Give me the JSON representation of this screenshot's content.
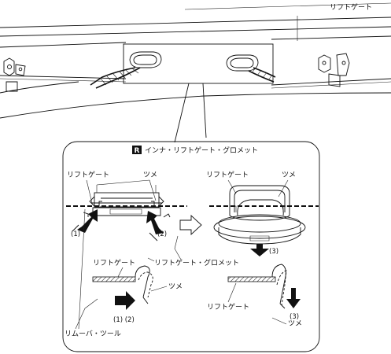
{
  "labels": {
    "liftgate_top": "リフトゲート",
    "liftgate_a": "リフトゲート",
    "claw_a": "ツメ",
    "liftgate_b": "リフトゲート",
    "claw_b": "ツメ",
    "liftgate_c": "リフトゲート",
    "liftgate_grommet": "リフトゲート・グロメット",
    "claw_c": "ツメ",
    "liftgate_d": "リフトゲート",
    "claw_d": "ツメ",
    "removal_tool": "リムーバ・ツール"
  },
  "section": {
    "badge": "R",
    "title": "インナ・リフトゲート・グロメット"
  },
  "steps": {
    "s1": "(1)",
    "s2": "(2)",
    "s3_top": "(3)",
    "s12": "(1) (2)",
    "s3_bottom": "(3)"
  }
}
